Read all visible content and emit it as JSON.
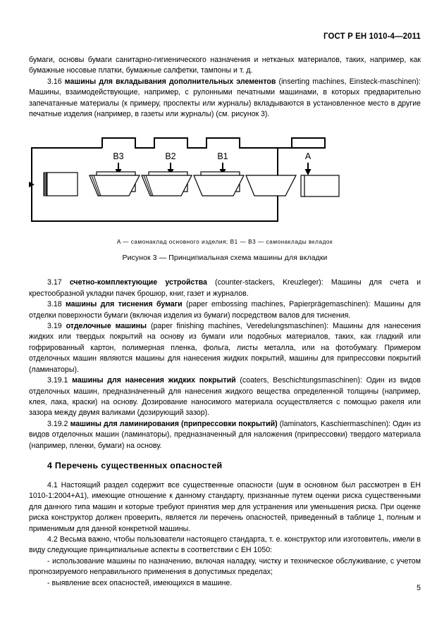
{
  "header": {
    "standard_title": "ГОСТ Р ЕН 1010-4—2011"
  },
  "page_number": "5",
  "body": {
    "para_cont": "бумаги, основы бумаги санитарно-гигиенического назначения и нетканых материалов, таких, например, как бумажные носовые платки, бумажные салфетки, тампоны и т. д.",
    "clause_3_16": {
      "number": "3.16",
      "term": "машины для вкладывания дополнительных элементов",
      "text": " (inserting machines, Einsteck-maschinen): Машины, взаимодействующие, например, с рулонными печатными машинами, в которых предварительно запечатанные материалы (к примеру, проспекты или журналы) вкладываются в установленное место в другие печатные изделия (например, в газеты или журналы) (см. рисунок 3)."
    },
    "clause_3_17": {
      "number": "3.17",
      "term": "счетно-комплектующие устройства",
      "text": " (counter-stackers, Kreuzleger): Машины для счета и крестообразной укладки пачек брошюр, книг, газет и журналов."
    },
    "clause_3_18": {
      "number": "3.18",
      "term": "машины для тиснения бумаги",
      "text": " (paper embossing machines, Papierprägemaschinen): Машины для отделки поверхности бумаги (включая изделия из бумаги) посредством валов для тиснения."
    },
    "clause_3_19": {
      "number": "3.19",
      "term": "отделочные машины",
      "text": " (paper finishing machines, Veredelungsmaschinen): Машины для нанесения жидких или твердых покрытий на основу из бумаги или подобных материалов, таких, как гладкий или гофрированный картон, полимерная пленка, фольга, листы металла, или на фотобумагу. Примером отделочных машин являются машины для нанесения жидких покрытий, машины для припрессовки покрытий (ламинаторы)."
    },
    "clause_3_19_1": {
      "number": "3.19.1",
      "term": "машины для нанесения жидких покрытий",
      "text": " (coaters, Beschichtungsmaschinen): Один из видов отделочных машин, предназначенный для нанесения жидкого вещества определенной толщины (например, клея, лака, краски) на основу. Дозирование наносимого материала осуществляется с помощью ракеля или зазора между двумя валиками (дозирующий зазор)."
    },
    "clause_3_19_2": {
      "number": "3.19.2",
      "term": "машины для ламинирования (припрессовки покрытий)",
      "text": " (laminators, Kaschiermaschinen): Один из видов отделочных машин (ламинаторы), предназначенный для наложения (припрессовки) твердого материала (например, пленки, бумаги) на основу."
    },
    "section_4_heading": "4   Перечень существенных опасностей",
    "clause_4_1": "4.1 Настоящий раздел содержит  все существенные опасности (шум в основном был рассмотрен в ЕН 1010-1:2004+А1), имеющие отношение к данному стандарту, признанные путем оценки риска существенными для данного типа машин и которые требуют принятия мер для устранения или уменьшения риска. При оценке риска конструктор должен проверить, является ли перечень опасностей, приведенный в таблице 1, полным и применимым для данной конкретной машины.",
    "clause_4_2": "4.2 Весьма важно, чтобы пользователи настоящего стандарта, т. е. конструктор или изготовитель, имели в виду следующие принципиальные аспекты в соответствии с ЕН 1050:",
    "bullet_1": "- использование машины по назначению, включая наладку, чистку и техническое обслуживание, с учетом прогнозируемого неправильного применения в допустимых пределах;",
    "bullet_2": "- выявление всех опасностей, имеющихся в машине."
  },
  "figure": {
    "labels": {
      "b3": "B3",
      "b2": "B2",
      "b1": "B1",
      "a": "A"
    },
    "legend": "A  —   самонаклад основного изделия;   B1 — B3 —  самонаклады вкладок",
    "caption": "Рисунок 3 — Принципиальная схема машины для вкладки",
    "line_color": "#000000"
  }
}
